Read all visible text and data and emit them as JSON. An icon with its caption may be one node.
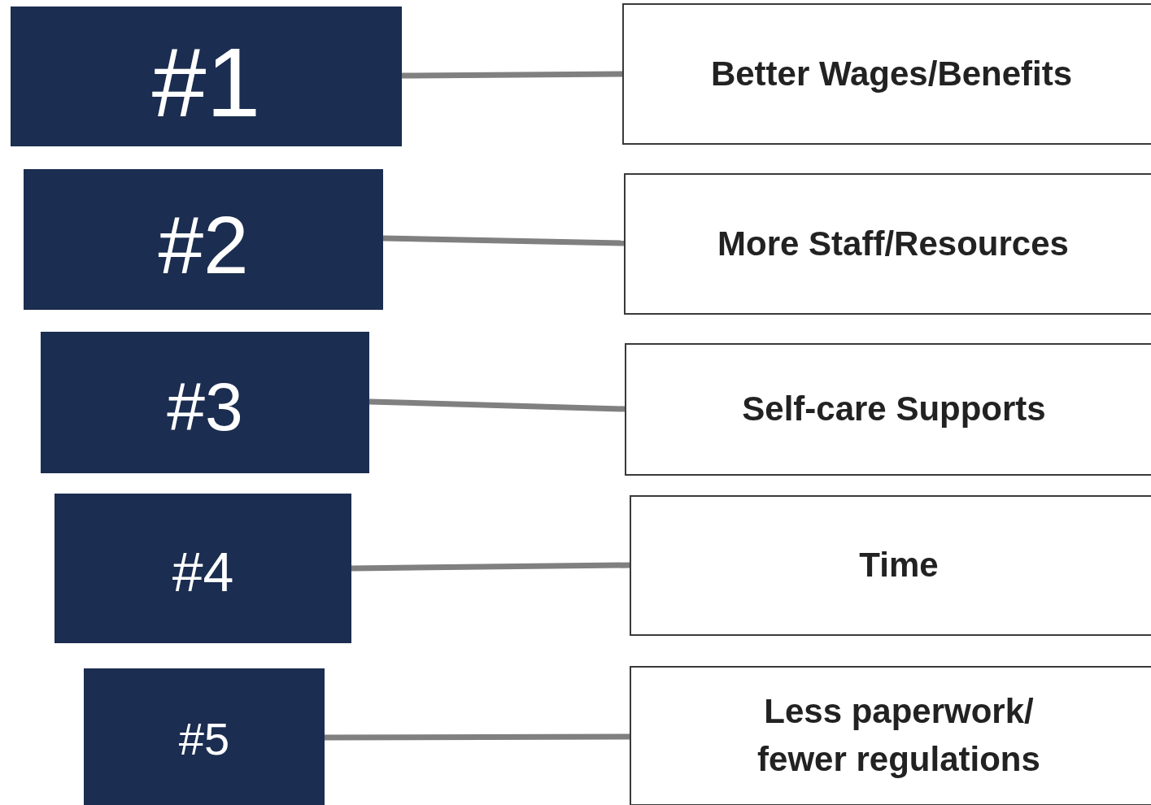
{
  "diagram": {
    "nodes": [
      {
        "text": [
          "#1"
        ]
      },
      {
        "text": [
          "Better Wages/Benefits"
        ]
      },
      {
        "text": [
          "#2"
        ]
      },
      {
        "text": [
          "More Staff/Resources"
        ]
      },
      {
        "text": [
          "#3"
        ]
      },
      {
        "text": [
          "Self-care Supports"
        ]
      },
      {
        "text": [
          "#4"
        ]
      },
      {
        "text": [
          "Time"
        ]
      },
      {
        "text": [
          "#5"
        ]
      },
      {
        "text": [
          "Less paperwork/ fewer regulations"
        ]
      }
    ],
    "edges": [
      {
        "from": 0,
        "to": 1,
        "arrow": "none"
      },
      {
        "from": 2,
        "to": 3,
        "arrow": "none"
      },
      {
        "from": 4,
        "to": 5,
        "arrow": "none"
      },
      {
        "from": 6,
        "to": 7,
        "arrow": "none"
      },
      {
        "from": 8,
        "to": 9,
        "arrow": "none"
      }
    ]
  }
}
